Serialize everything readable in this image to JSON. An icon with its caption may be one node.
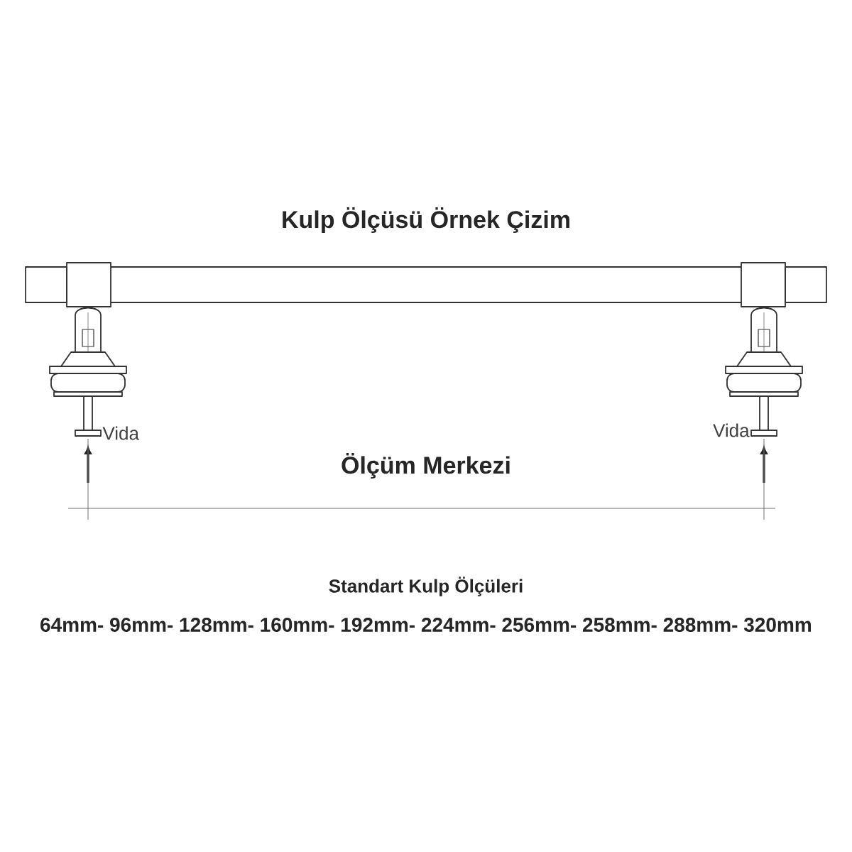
{
  "diagram": {
    "title": "Kulp Ölçüsü Örnek Çizim",
    "labels": [
      "Vida",
      "Vida",
      "Ölçüm Merkezi",
      "Standart Kulp Ölçüleri",
      "64mm- 96mm- 128mm- 160mm- 192mm- 224mm- 256mm- 258mm- 288mm- 320mm"
    ]
  }
}
